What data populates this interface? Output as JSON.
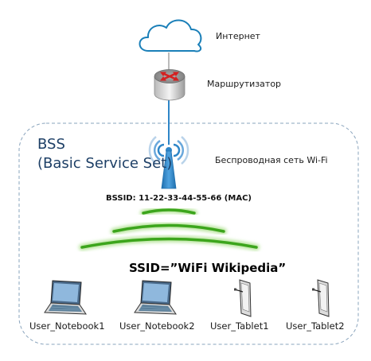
{
  "labels": {
    "internet": "Интернет",
    "router": "Маршрутизатор",
    "wifi_network": "Беспроводная сеть Wi-Fi",
    "bss_line1": "BSS",
    "bss_line2": "(Basic Service Set)",
    "bssid": "BSSID: 11-22-33-44-55-66 (MAC)",
    "ssid": "SSID=”WiFi Wikipedia”"
  },
  "devices": [
    {
      "label": "User_Notebook1",
      "kind": "laptop-icon"
    },
    {
      "label": "User_Notebook2",
      "kind": "laptop-icon"
    },
    {
      "label": "User_Tablet1",
      "kind": "tablet-icon"
    },
    {
      "label": "User_Tablet2",
      "kind": "tablet-icon"
    }
  ],
  "colors": {
    "cloud": "#1a7fb8",
    "router_arrows": "#d42020",
    "antenna": "#2e86c8",
    "waves": "#3ca51c",
    "bss_border": "#8aa4bd"
  }
}
